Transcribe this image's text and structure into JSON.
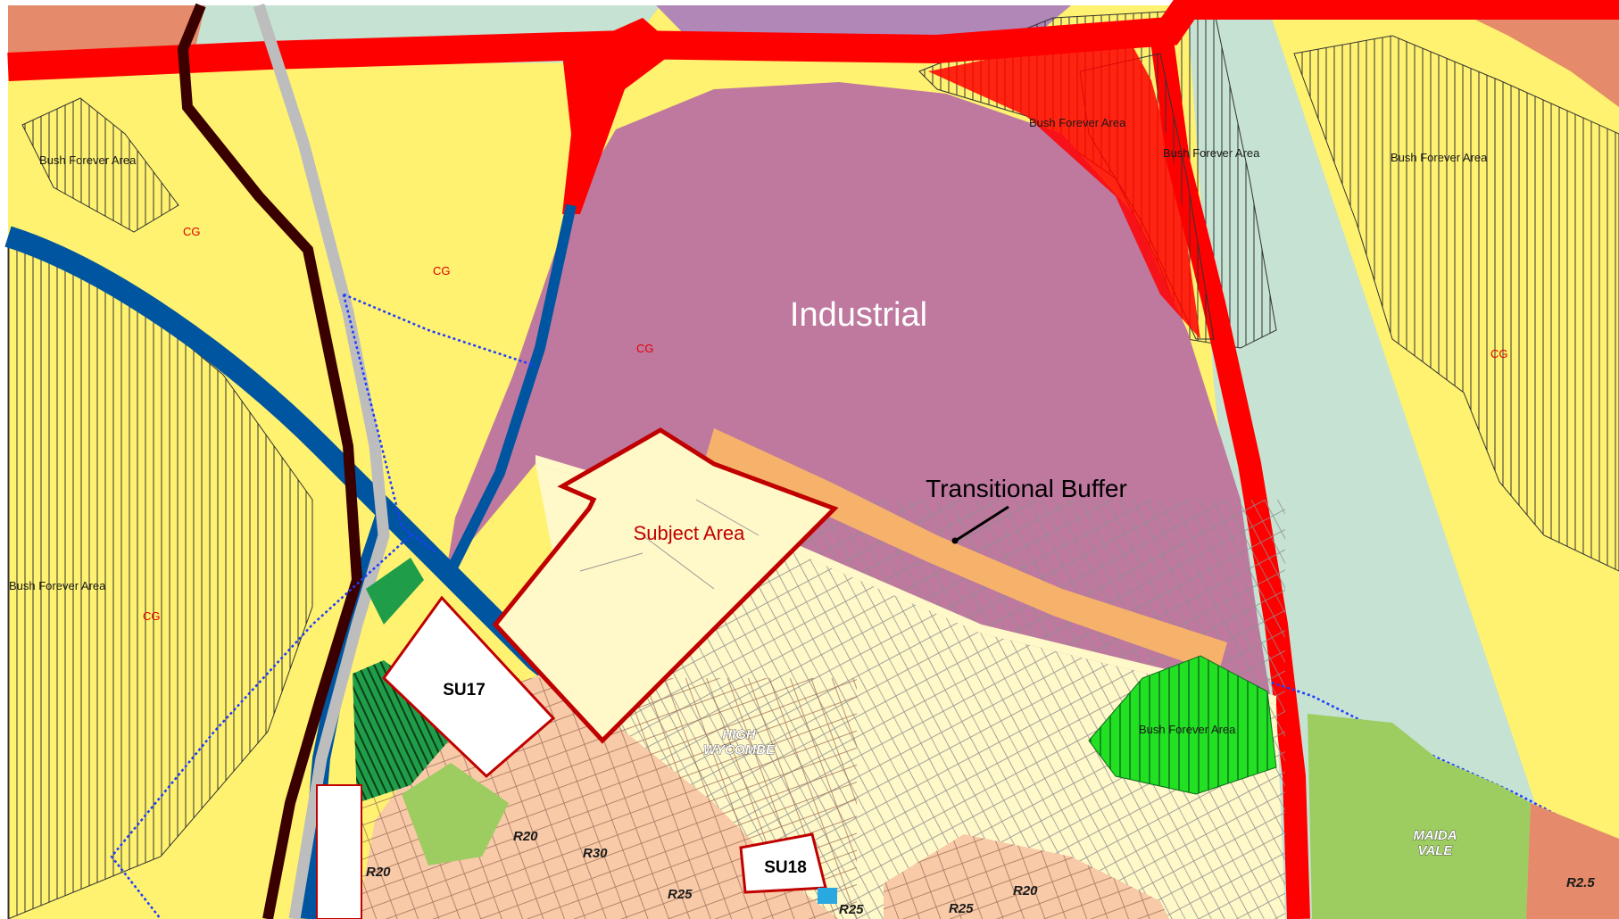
{
  "labels": {
    "industrial": "Industrial",
    "transitional_buffer": "Transitional Buffer",
    "subject_area": "Subject Area",
    "bush_forever": "Bush Forever Area",
    "cg": "CG",
    "su17": "SU17",
    "su18": "SU18",
    "high": "HIGH",
    "wycombe": "WYCOMBE",
    "maida": "MAIDA",
    "vale": "VALE",
    "r20": "R20",
    "r30": "R30",
    "r25": "R25",
    "r25_alt": "R25",
    "r2_5": "R2.5"
  },
  "colors": {
    "urban": "#fff8c8",
    "rural": "#fff270",
    "industrial": "#bf799f",
    "primary_road": "#ff0000",
    "waterway": "#0055a0",
    "parks": "#c5e2d2",
    "bush_green": "#22e022",
    "residential": "#f8caa8",
    "buffer": "#f6b26b",
    "rural_residential": "#9dcc60",
    "subject_outline": "#c00000"
  }
}
